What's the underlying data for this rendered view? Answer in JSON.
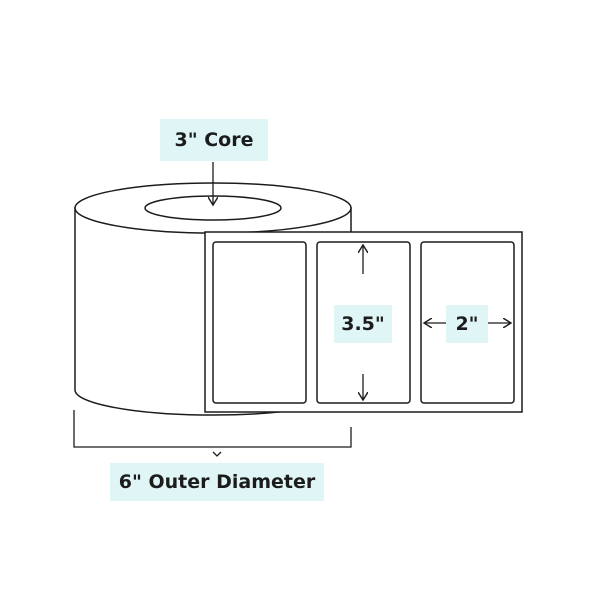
{
  "colors": {
    "line": "#1c1c1c",
    "label_bg": "#dff5f6",
    "background": "#ffffff"
  },
  "labels": {
    "core": "3\" Core",
    "label_height": "3.5\"",
    "label_width": "2\"",
    "outer_diameter": "6\" Outer Diameter"
  },
  "label_count": 3
}
